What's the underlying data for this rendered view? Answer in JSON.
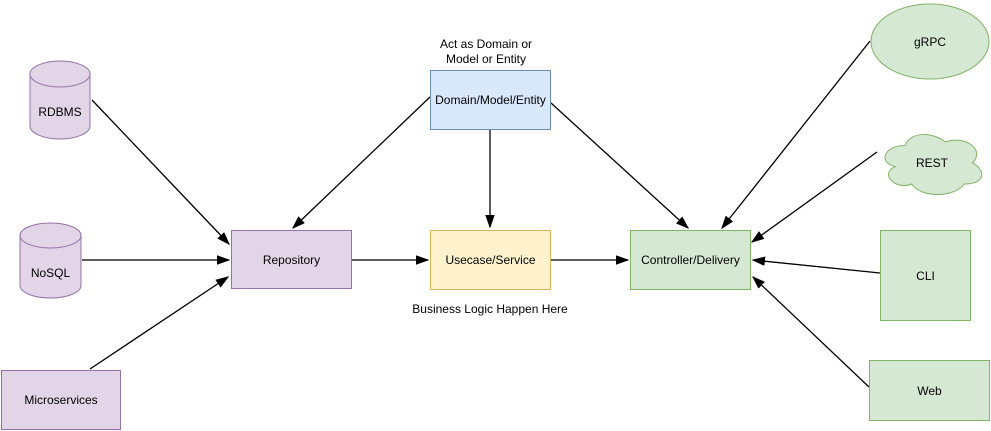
{
  "diagram": {
    "palette": {
      "purple_fill": "#E1D5E7",
      "purple_stroke": "#9673A6",
      "blue_fill": "#DAE8FC",
      "blue_stroke": "#6C8EBF",
      "yellow_fill": "#FFF2CC",
      "yellow_stroke": "#D6B656",
      "green_fill": "#D5E8D4",
      "green_stroke": "#82B366",
      "line_color": "#000000",
      "background": "#FFFFFF"
    },
    "nodes": {
      "rdbms": {
        "label": "RDBMS",
        "shape": "cylinder"
      },
      "nosql": {
        "label": "NoSQL",
        "shape": "cylinder"
      },
      "microservices": {
        "label": "Microservices",
        "shape": "rectangle"
      },
      "repository": {
        "label": "Repository",
        "shape": "rectangle"
      },
      "domain": {
        "label": "Domain/Model/Entity",
        "shape": "rectangle"
      },
      "usecase": {
        "label": "Usecase/Service",
        "shape": "rectangle"
      },
      "controller": {
        "label": "Controller/Delivery",
        "shape": "rectangle"
      },
      "grpc": {
        "label": "gRPC",
        "shape": "ellipse"
      },
      "rest": {
        "label": "REST",
        "shape": "cloud"
      },
      "cli": {
        "label": "CLI",
        "shape": "rectangle"
      },
      "web": {
        "label": "Web",
        "shape": "rectangle"
      }
    },
    "annotations": {
      "domain_note_line1": "Act as Domain or",
      "domain_note_line2": "Model or Entity",
      "usecase_note": "Business Logic Happen Here"
    },
    "edges": [
      {
        "from": "RDBMS",
        "to": "Repository"
      },
      {
        "from": "NoSQL",
        "to": "Repository"
      },
      {
        "from": "Microservices",
        "to": "Repository"
      },
      {
        "from": "Domain/Model/Entity",
        "to": "Repository"
      },
      {
        "from": "Domain/Model/Entity",
        "to": "Usecase/Service"
      },
      {
        "from": "Domain/Model/Entity",
        "to": "Controller/Delivery"
      },
      {
        "from": "Repository",
        "to": "Usecase/Service"
      },
      {
        "from": "Usecase/Service",
        "to": "Controller/Delivery"
      },
      {
        "from": "gRPC",
        "to": "Controller/Delivery"
      },
      {
        "from": "REST",
        "to": "Controller/Delivery"
      },
      {
        "from": "CLI",
        "to": "Controller/Delivery"
      },
      {
        "from": "Web",
        "to": "Controller/Delivery"
      }
    ]
  }
}
